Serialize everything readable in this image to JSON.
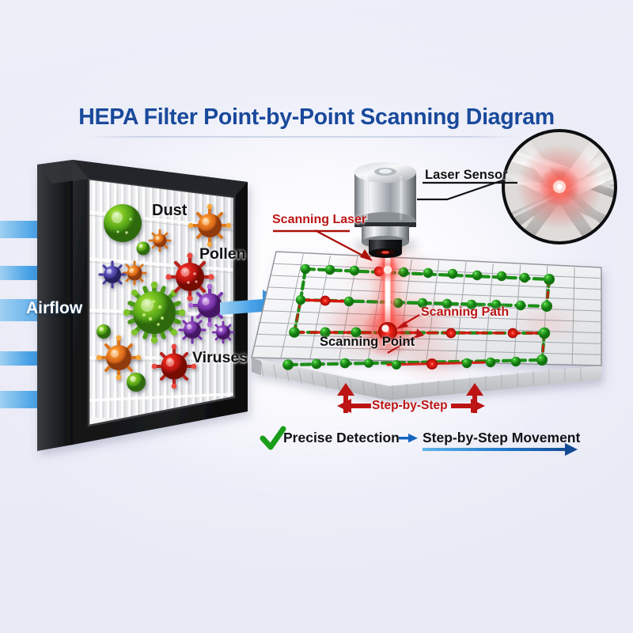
{
  "title": "HEPA Filter Point-by-Point Scanning Diagram",
  "labels": {
    "dust": "Dust",
    "pollen": "Pollen",
    "viruses": "Viruses",
    "airflow": "Airflow",
    "laser_sensor": "Laser Sensor",
    "scanning_laser": "Scanning Laser",
    "scanning_path": "Scanning Path",
    "scanning_point": "Scanning Point",
    "step_by_step": "Step-by-Step"
  },
  "legend": {
    "precise_detection": "Precise Detection",
    "movement": "Step-by-Step Movement"
  },
  "colors": {
    "title_blue": "#19499b",
    "airflow_blue": "#2f8fe0",
    "laser_red": "#e8100f",
    "label_red": "#bc1414",
    "scan_dot_green": "#22a31e",
    "check_green": "#1a9e1a",
    "legend_arrow_blue": "#1565c0",
    "frame_black": "#17181a",
    "background": "#eaebf6"
  },
  "chart_data": {
    "type": "diagram",
    "description": "HEPA filter point-by-point laser scanning diagram",
    "scan_grid": {
      "columns": 12,
      "rows": 9
    },
    "scan_rows": [
      {
        "row": 1,
        "dots": 11,
        "red_points": [
          4
        ]
      },
      {
        "row": 2,
        "dots": 11,
        "red_points": [
          2
        ]
      },
      {
        "row": 3,
        "dots": 10,
        "red_points": [
          4,
          7,
          9
        ]
      },
      {
        "row": 4,
        "dots": 11,
        "red_points": [
          6
        ]
      }
    ],
    "active_point": {
      "row": 3,
      "index": 4
    },
    "particles": [
      "Dust",
      "Pollen",
      "Viruses"
    ],
    "airflow_arrows": 5
  }
}
